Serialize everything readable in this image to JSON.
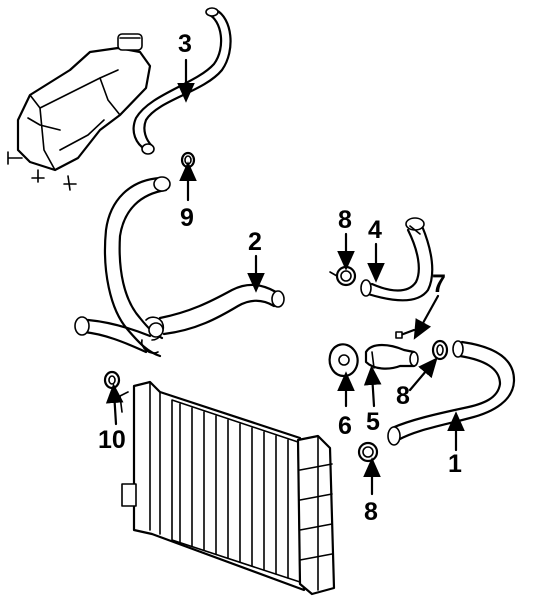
{
  "diagram": {
    "callouts": [
      {
        "id": "c1",
        "text": "1"
      },
      {
        "id": "c2",
        "text": "2"
      },
      {
        "id": "c3",
        "text": "3"
      },
      {
        "id": "c4",
        "text": "4"
      },
      {
        "id": "c5",
        "text": "5"
      },
      {
        "id": "c6",
        "text": "6"
      },
      {
        "id": "c7",
        "text": "7"
      },
      {
        "id": "c8a",
        "text": "8"
      },
      {
        "id": "c8b",
        "text": "8"
      },
      {
        "id": "c8c",
        "text": "8"
      },
      {
        "id": "c9",
        "text": "9"
      },
      {
        "id": "c10",
        "text": "10"
      }
    ]
  }
}
